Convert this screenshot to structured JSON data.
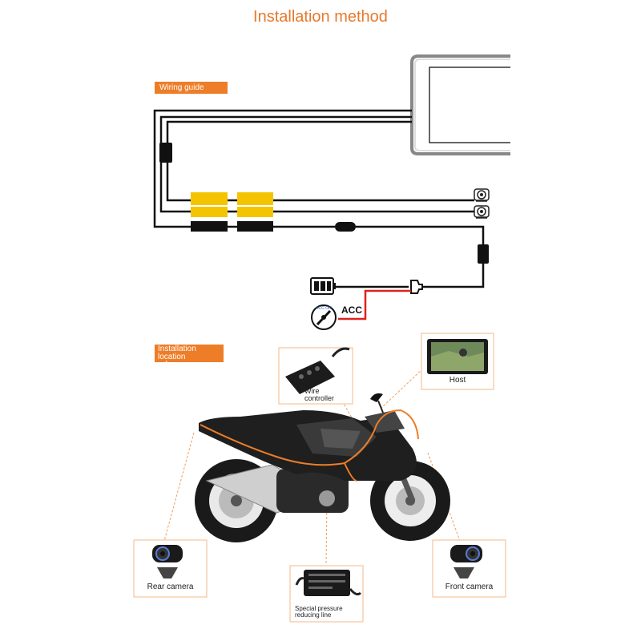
{
  "title": "Installation method",
  "sections": {
    "wiring_guide": "Wiring guide",
    "location_reference": "Installation location reference"
  },
  "wiring": {
    "acc_label": "ACC",
    "key_switch_label": "ACC ON LOCK"
  },
  "components": {
    "wire_controller": "Wire controller",
    "host": "Host",
    "rear_camera": "Rear camera",
    "front_camera": "Front camera",
    "pressure_line": "Special pressure reducing line"
  },
  "colors": {
    "accent": "#ee7d28",
    "connector_yellow": "#f5c400",
    "power_red": "#e0201b",
    "callout_line": "#f0a060"
  }
}
